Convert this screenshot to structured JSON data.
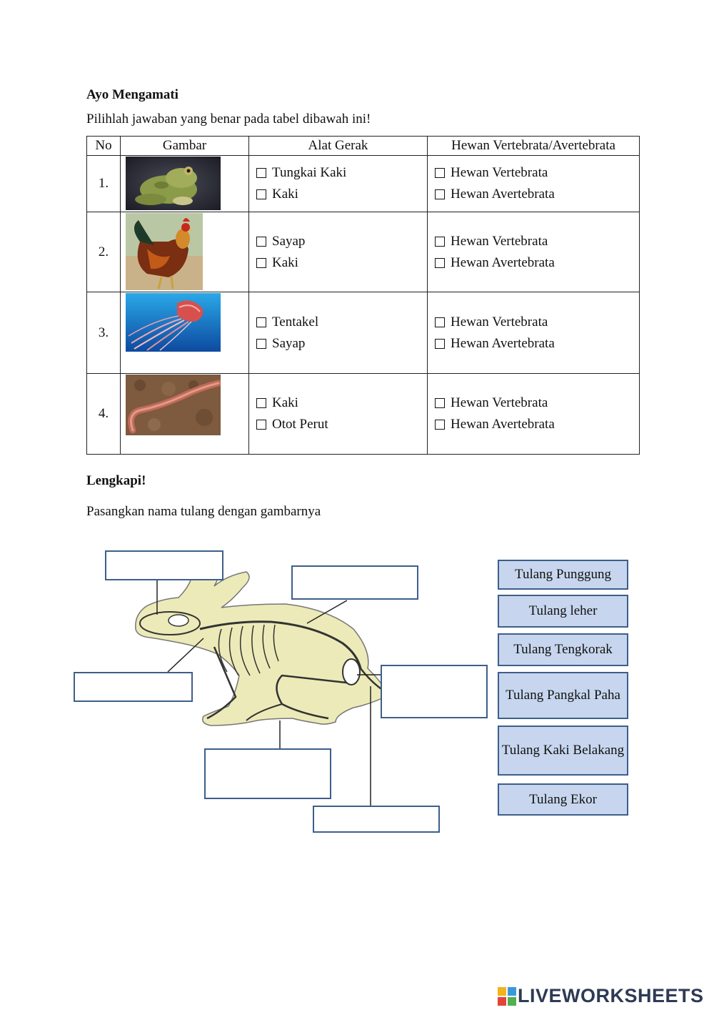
{
  "heading1": "Ayo Mengamati",
  "instruction1": "Pilihlah jawaban yang benar pada tabel dibawah ini!",
  "table": {
    "headers": [
      "No",
      "Gambar",
      "Alat Gerak",
      "Hewan Vertebrata/Avertebrata"
    ],
    "rows": [
      {
        "no": "1.",
        "image": "frog",
        "alat": [
          "Tungkai Kaki",
          "Kaki"
        ],
        "hewan": [
          "Hewan Vertebrata",
          "Hewan Avertebrata"
        ]
      },
      {
        "no": "2.",
        "image": "rooster",
        "alat": [
          "Sayap",
          "Kaki"
        ],
        "hewan": [
          "Hewan Vertebrata",
          "Hewan Avertebrata"
        ]
      },
      {
        "no": "3.",
        "image": "jellyfish",
        "alat": [
          "Tentakel",
          "Sayap"
        ],
        "hewan": [
          "Hewan Vertebrata",
          "Hewan Avertebrata"
        ]
      },
      {
        "no": "4.",
        "image": "earthworm",
        "alat": [
          "Kaki",
          "Otot Perut"
        ],
        "hewan": [
          "Hewan Vertebrata",
          "Hewan Avertebrata"
        ]
      }
    ]
  },
  "heading2": "Lengkapi!",
  "instruction2": "Pasangkan nama tulang dengan gambarnya",
  "labels": [
    "Tulang Punggung",
    "Tulang leher",
    "Tulang Tengkorak",
    "Tulang Pangkal Paha",
    "Tulang Kaki Belakang",
    "Tulang Ekor"
  ],
  "brand": "LIVEWORKSHEETS",
  "colors": {
    "label_fill": "#c7d6ee",
    "box_border": "#3d5f8a",
    "rabbit_fill": "#eceab8"
  }
}
